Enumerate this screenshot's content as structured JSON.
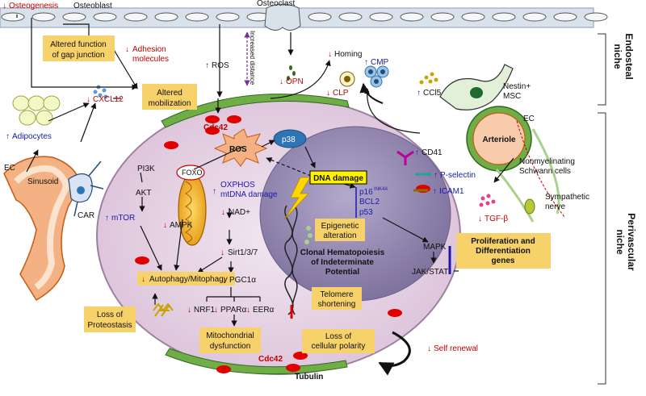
{
  "colors": {
    "down_arrow": "#c00000",
    "up_arrow": "#1a1aa8",
    "callout_box": "#f7d16a",
    "cell_fill": "#e7d2e6",
    "nucleus_fill": "#9a8fb5",
    "ros_star": "#f5b183",
    "sinusoid": "#f4b183",
    "bone_cell": "#d9e1ea"
  },
  "top": {
    "osteogenesis": "Osteogenesis",
    "osteoblast": "Osteoblast",
    "osteoclast": "Osteoclast",
    "increased_distance": "Increased distance"
  },
  "boxes": {
    "gap_junction": [
      "Altered function",
      "of gap junction"
    ],
    "altered_mobilization": [
      "Altered",
      "mobilization"
    ],
    "dna_damage": "DNA damage",
    "epigenetic": [
      "Epigenetic",
      "alteration"
    ],
    "chip": [
      "Clonal Hematopoiesis",
      "of Indeterminate",
      "Potential"
    ],
    "telomere": [
      "Telomere",
      "shortening"
    ],
    "autophagy": "Autophagy/Mitophagy",
    "proteostasis": [
      "Loss of",
      "Proteostasis"
    ],
    "mito_dysfunction": [
      "Mitochondrial",
      "dysfunction"
    ],
    "polarity": [
      "Loss of",
      "cellular polarity"
    ],
    "proliferation": [
      "Proliferation and",
      "Differentiation",
      "genes"
    ]
  },
  "labels": {
    "adhesion": [
      "Adhesion",
      "molecules"
    ],
    "ros_top": "ROS",
    "opn": "OPN",
    "homing": "Homing",
    "clp": "CLP",
    "cmp": "CMP",
    "ccl5": "CCl5",
    "nestin": [
      "Nestin+",
      "MSC"
    ],
    "ec_right": "EC",
    "arteriole": "Arteriole",
    "schwann": [
      "Nonmyelinating",
      "Schwann cells"
    ],
    "sympathetic": [
      "Sympathetic",
      "nerve"
    ],
    "tgf": "TGF-β",
    "cd41": "CD41",
    "pselectin": "P-selectin",
    "icam1": "ICAM1",
    "mapk": "MAPK",
    "jakstat": "JAK/STAT",
    "cxcl12": "CXCL12",
    "adipocytes": "Adipocytes",
    "ec_left": "EC",
    "sinusoid": "Sinusoid",
    "car": "CAR",
    "cdc42_top": "Cdc42",
    "cdc42_bottom": "Cdc42",
    "ros_star": "ROS",
    "p38": "p38",
    "pi3k": "PI3K",
    "akt": "AKT",
    "mtor": "mTOR",
    "ampk": "AMPK",
    "foxo": "FOXO",
    "oxphos": "OXPHOS",
    "mtdna": "mtDNA damage",
    "nad": "NAD+",
    "sirt": "Sirt1/3/7",
    "pgc": "PGC1α",
    "nrf1": "NRF1",
    "ppar": "PPARα",
    "eerr": "EERα",
    "p16": "p16",
    "p16_sup": "INK4A",
    "bcl2": "BCL2",
    "p53": "p53",
    "tubulin": "Tubulin",
    "self_renewal": "Self renewal"
  },
  "side_labels": {
    "endosteal": [
      "Endosteal",
      "niche"
    ],
    "perivascular": [
      "Perivascular",
      "niche"
    ]
  }
}
